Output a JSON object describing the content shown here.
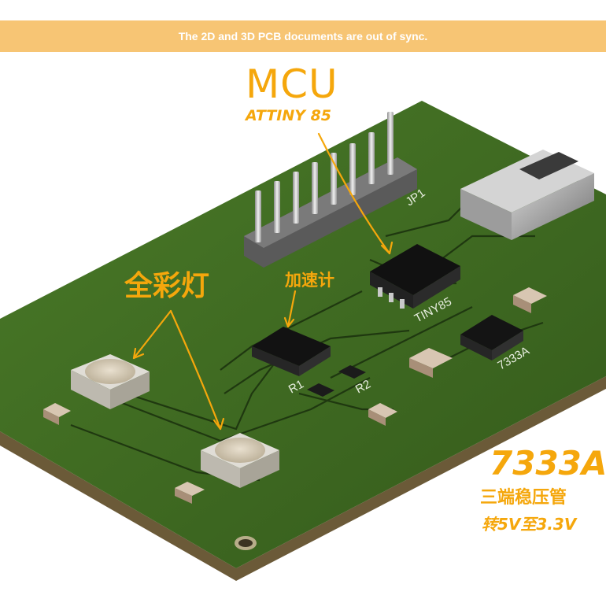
{
  "banner": {
    "message": "The 2D and 3D PCB documents are out of sync."
  },
  "colors": {
    "banner_bg": "#f7c574",
    "banner_text": "#ffffff",
    "annotation": "#f5a70c",
    "pcb": "#3f6a22",
    "pcb_edge": "#6b5a38",
    "silkscreen": "#e8eee0"
  },
  "annotations": {
    "mcu_title": "MCU",
    "mcu_subtitle": "ATTINY 85",
    "rgb_led": "全彩灯",
    "accelerometer": "加速计",
    "regulator_title": "7333A",
    "regulator_desc": "三端稳压管",
    "regulator_conversion": "转5V至3.3V"
  },
  "silkscreen": {
    "header": "JP1",
    "mcu": "TINY85",
    "regulator": "7333A",
    "r1": "R1",
    "r2": "R2"
  }
}
